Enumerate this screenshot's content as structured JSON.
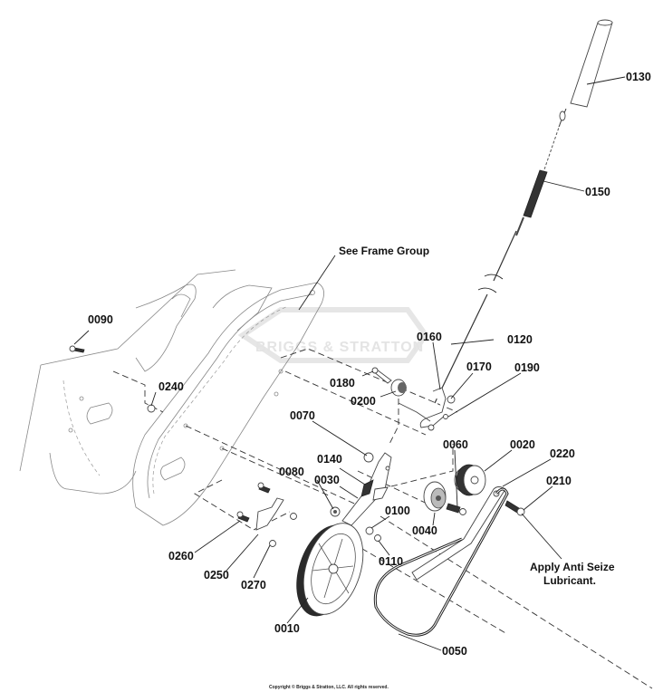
{
  "diagram": {
    "title_note": "See Frame Group",
    "watermark": "BRIGGS & STRATTON",
    "lubricant_note_line1": "Apply Anti Seize",
    "lubricant_note_line2": "Lubricant.",
    "copyright": "Copyright © Briggs & Stratton, LLC. All rights reserved.",
    "callouts": [
      {
        "id": "0130",
        "part": "handle-grip"
      },
      {
        "id": "0150",
        "part": "spring"
      },
      {
        "id": "0120",
        "part": "control-cable"
      },
      {
        "id": "0160",
        "part": "bracket"
      },
      {
        "id": "0170",
        "part": "washer"
      },
      {
        "id": "0190",
        "part": "nut"
      },
      {
        "id": "0180",
        "part": "bolt"
      },
      {
        "id": "0200",
        "part": "idler-spacer"
      },
      {
        "id": "0070",
        "part": "nut"
      },
      {
        "id": "0060",
        "part": "bolt"
      },
      {
        "id": "0020",
        "part": "pulley"
      },
      {
        "id": "0220",
        "part": "belt-guide-arm"
      },
      {
        "id": "0210",
        "part": "bolt"
      },
      {
        "id": "0140",
        "part": "spring"
      },
      {
        "id": "0080",
        "part": "spacer"
      },
      {
        "id": "0030",
        "part": "idler-arm"
      },
      {
        "id": "0040",
        "part": "idler-pulley"
      },
      {
        "id": "0100",
        "part": "washer"
      },
      {
        "id": "0110",
        "part": "nut"
      },
      {
        "id": "0090",
        "part": "screw"
      },
      {
        "id": "0240",
        "part": "washer"
      },
      {
        "id": "0260",
        "part": "bolt"
      },
      {
        "id": "0250",
        "part": "bracket"
      },
      {
        "id": "0270",
        "part": "nut"
      },
      {
        "id": "0010",
        "part": "drive-pulley"
      },
      {
        "id": "0050",
        "part": "belt"
      }
    ]
  }
}
